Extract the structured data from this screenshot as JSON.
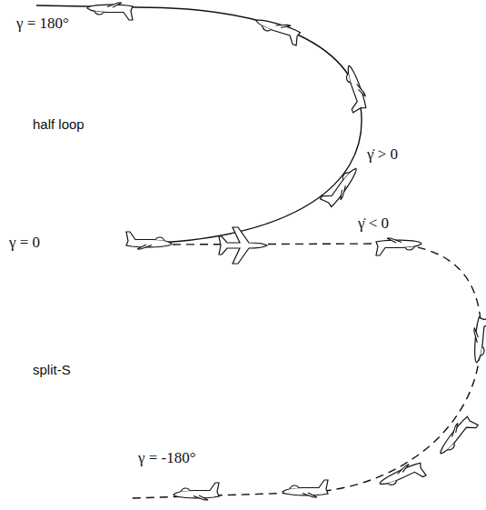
{
  "diagram": {
    "labels": [
      "γ = 180°",
      "half loop",
      "γ̇ > 0",
      "γ = 0",
      "γ̇ < 0",
      "split-S",
      "γ = -180°"
    ]
  }
}
